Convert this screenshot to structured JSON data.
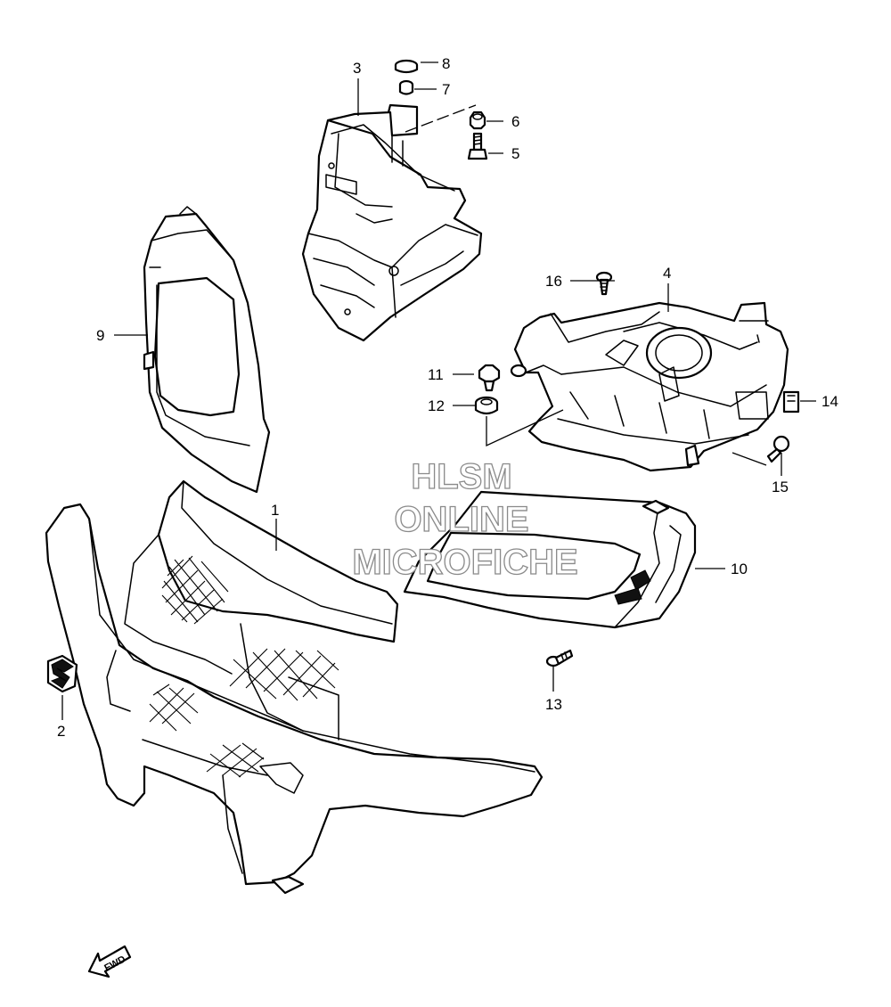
{
  "parts": [
    {
      "number": "1"
    },
    {
      "number": "2"
    },
    {
      "number": "3"
    },
    {
      "number": "4"
    },
    {
      "number": "5"
    },
    {
      "number": "6"
    },
    {
      "number": "7"
    },
    {
      "number": "8"
    },
    {
      "number": "9"
    },
    {
      "number": "10"
    },
    {
      "number": "11"
    },
    {
      "number": "12"
    },
    {
      "number": "13"
    },
    {
      "number": "14"
    },
    {
      "number": "15"
    },
    {
      "number": "16"
    }
  ],
  "watermark": {
    "line1": "HLSM",
    "line2": "ONLINE",
    "line3": "MICROFICHE"
  },
  "direction": {
    "label": "FWD"
  }
}
